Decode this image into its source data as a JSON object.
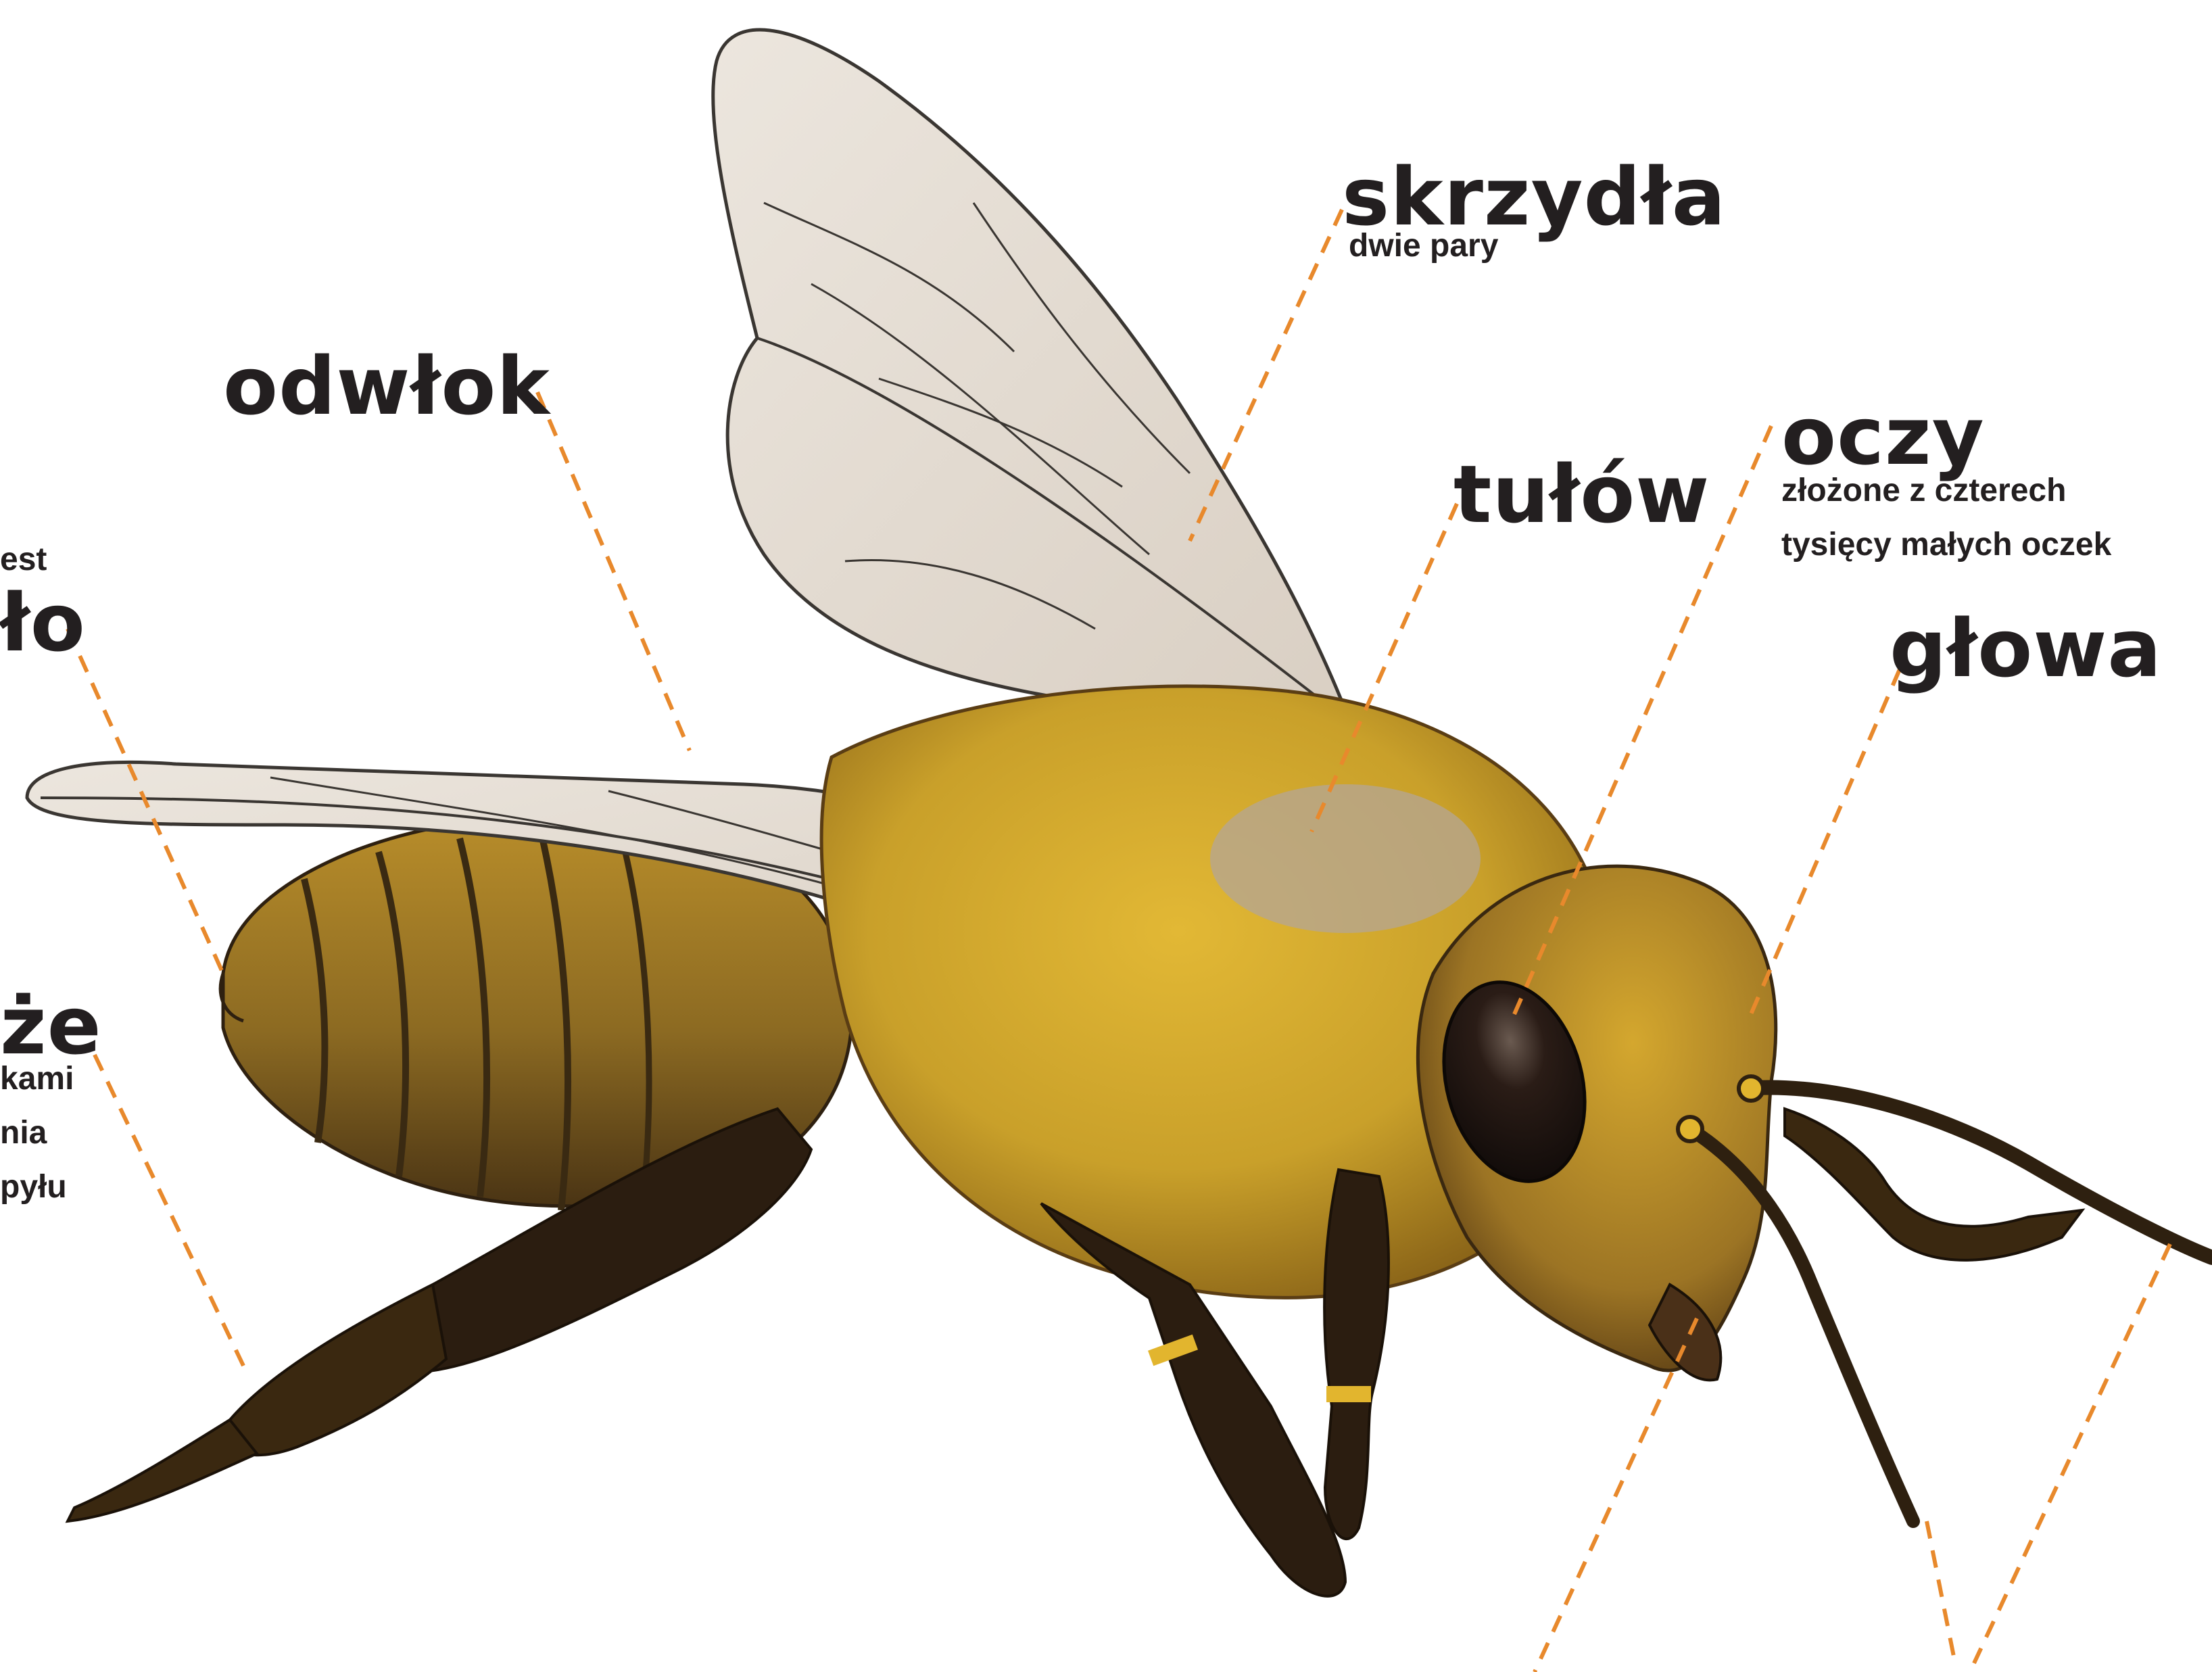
{
  "colors": {
    "label_text": "#231f20",
    "leader_line": "#e8892c",
    "body_gold": "#c9a02a",
    "body_dark": "#5a3d14",
    "wing_fill": "#e6dfd6",
    "eye": "#1e1410",
    "leg": "#2b1d10"
  },
  "labels": {
    "skrzydla": {
      "title": "skrzydła",
      "sub": "dwie pary"
    },
    "odwlok": {
      "title": "odwłok"
    },
    "tulow": {
      "title": "tułów"
    },
    "oczy": {
      "title": "oczy",
      "sub1": "złożone z czterech",
      "sub2": "tysięcy małych oczek"
    },
    "glowa": {
      "title": "głowa"
    },
    "left_top": {
      "small": "est",
      "title": "ło"
    },
    "left_bottom": {
      "title": "że",
      "sub1": "kami",
      "sub2": "nia",
      "sub3": "pyłu"
    }
  },
  "icons": {
    "illustration": "honeybee-illustration"
  }
}
